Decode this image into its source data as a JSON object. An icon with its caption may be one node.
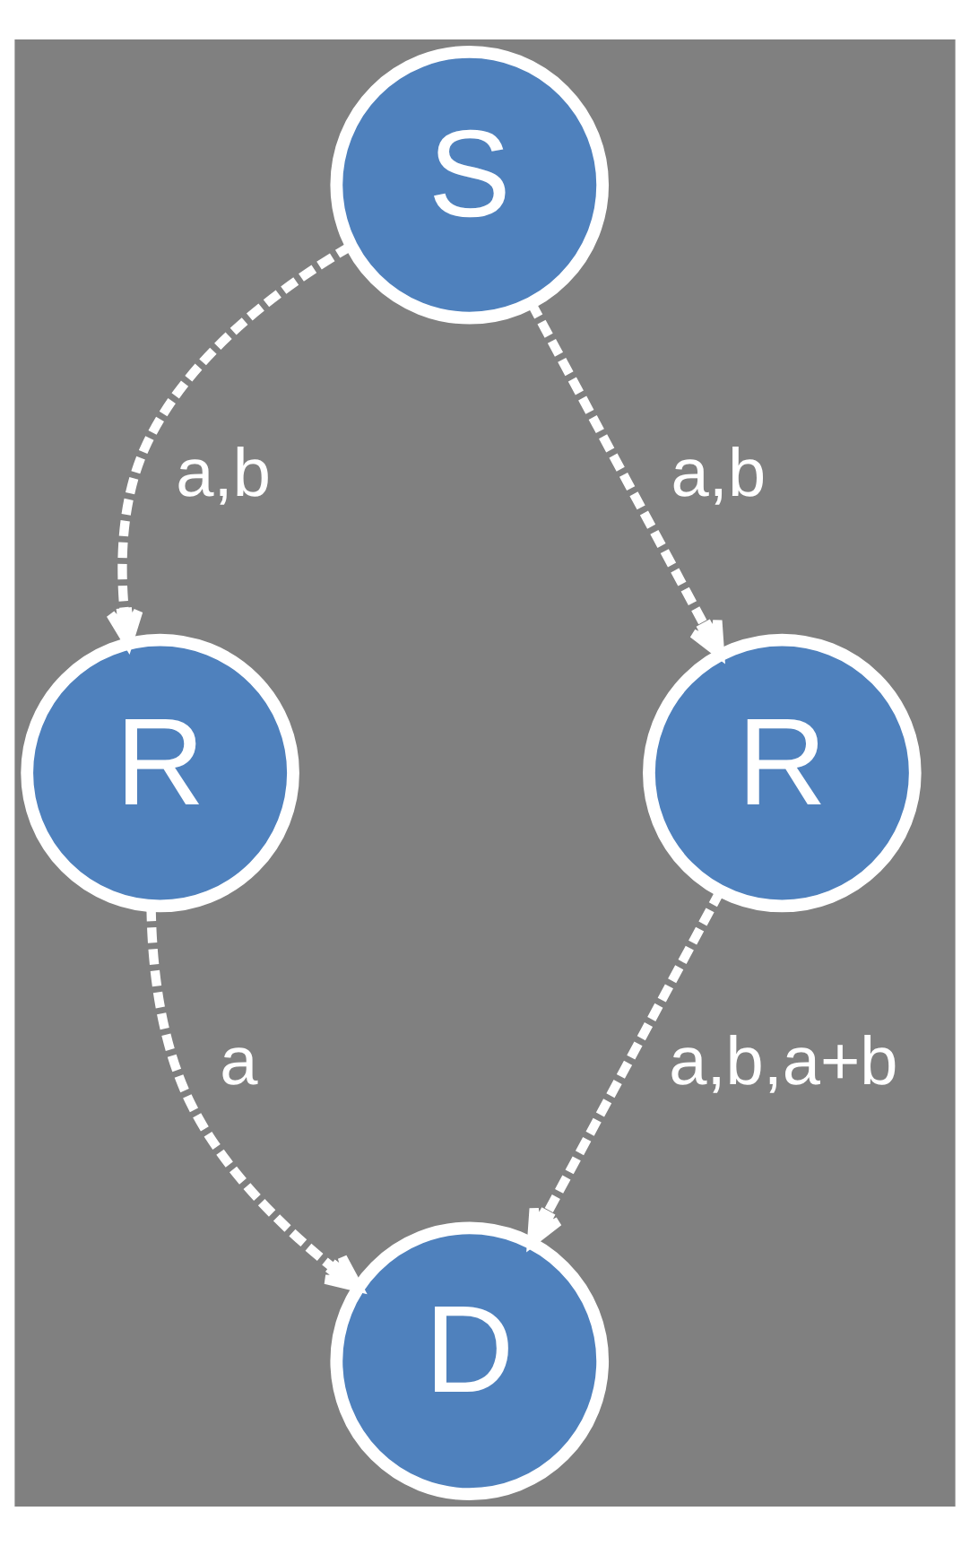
{
  "diagram": {
    "nodes": [
      {
        "text": [
          "S"
        ]
      },
      {
        "text": [
          "R"
        ]
      },
      {
        "text": [
          "R"
        ]
      },
      {
        "text": [
          "D"
        ]
      }
    ],
    "edges": [
      {
        "from": 0,
        "to": 1,
        "arrow": "to",
        "label": "a,b",
        "style": "dashed"
      },
      {
        "from": 0,
        "to": 2,
        "arrow": "to",
        "label": "a,b",
        "style": "dashed"
      },
      {
        "from": 1,
        "to": 3,
        "arrow": "to",
        "label": "a",
        "style": "dashed"
      },
      {
        "from": 2,
        "to": 3,
        "arrow": "to",
        "label": "a,b,a+b",
        "style": "dashed"
      }
    ]
  }
}
